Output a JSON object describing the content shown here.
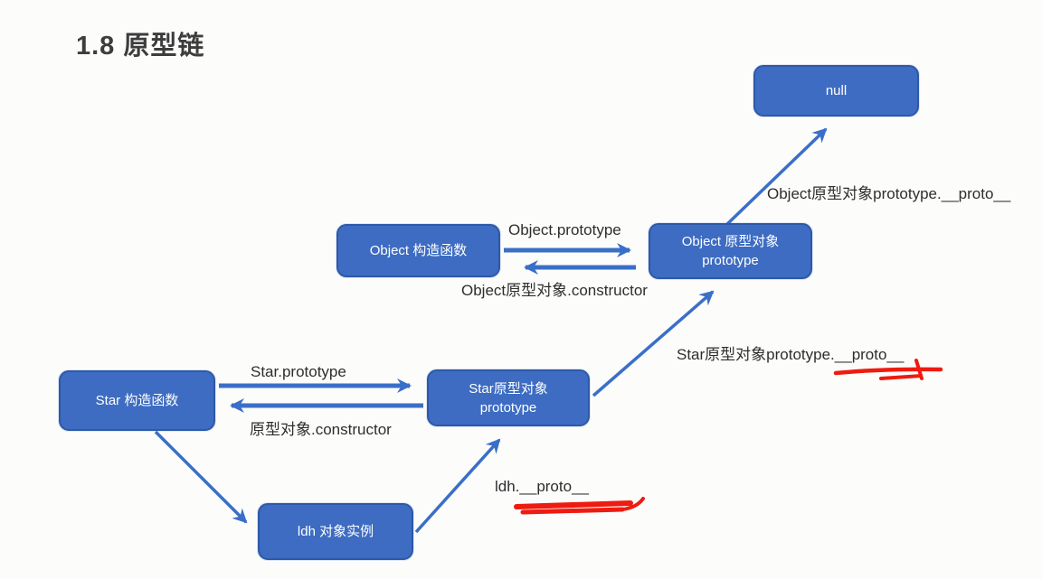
{
  "page": {
    "title": "1.8 原型链"
  },
  "nodes": {
    "null_box": "null",
    "object_constructor": "Object 构造函数",
    "object_prototype": "Object 原型对象\nprototype",
    "star_constructor": "Star 构造函数",
    "star_prototype": "Star原型对象\nprototype",
    "ldh_instance": "ldh 对象实例"
  },
  "edge_labels": {
    "object_prototype_arrow": "Object.prototype",
    "object_constructor_arrow": "Object原型对象.constructor",
    "object_proto_chain": "Object原型对象prototype.__proto__",
    "star_prototype_arrow": "Star.prototype",
    "star_constructor_arrow": "原型对象.constructor",
    "star_proto_chain": "Star原型对象prototype.__proto__",
    "ldh_proto_chain": "ldh.__proto__"
  },
  "colors": {
    "box_fill": "#3d6cc2",
    "box_border": "#2d59a8",
    "box_text": "#ffffff",
    "arrow_blue": "#3a6fc8",
    "label_text": "#2e2e2e",
    "title_text": "#3d3d3d",
    "annotation_red": "#ee1b10",
    "background": "#fcfcfb"
  }
}
